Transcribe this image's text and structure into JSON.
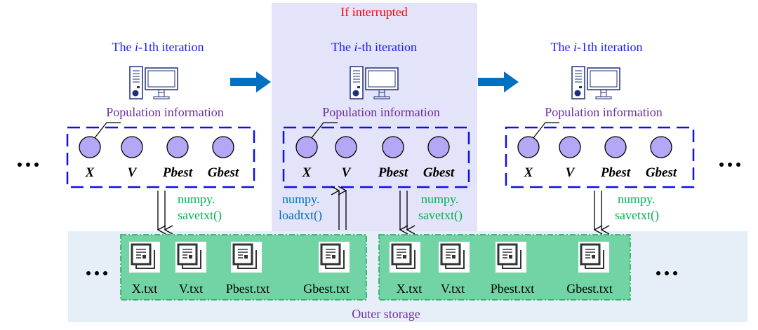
{
  "interrupt_label": "If interrupted",
  "storage_label": "Outer storage",
  "iterations": [
    {
      "title_pre": "The ",
      "title_i": "i",
      "title_post": "-1th iteration",
      "pop_label": "Population information",
      "vars": [
        "X",
        "V",
        "Pbest",
        "Gbest"
      ],
      "op1": "numpy.",
      "op2": "savetxt()"
    },
    {
      "title_pre": "The ",
      "title_i": "i",
      "title_post": "-th iteration",
      "pop_label": "Population information",
      "vars": [
        "X",
        "V",
        "Pbest",
        "Gbest"
      ],
      "load1": "numpy.",
      "load2": "loadtxt()",
      "op1": "numpy.",
      "op2": "savetxt()"
    },
    {
      "title_pre": "The ",
      "title_i": "i",
      "title_post": "-1th iteration",
      "pop_label": "Population information",
      "vars": [
        "X",
        "V",
        "Pbest",
        "Gbest"
      ],
      "op1": "numpy.",
      "op2": "savetxt()"
    }
  ],
  "file_groups": [
    {
      "files": [
        "X.txt",
        "V.txt",
        "Pbest.txt",
        "Gbest.txt"
      ]
    },
    {
      "files": [
        "X.txt",
        "V.txt",
        "Pbest.txt",
        "Gbest.txt"
      ]
    }
  ],
  "colors": {
    "title": "#1a1aff",
    "interrupt": "#ff0000",
    "purple": "#7030a0",
    "green": "#00b050",
    "load": "#0070c0",
    "arrow": "#0070c0",
    "panel": "#e3e3fa",
    "storage": "#e6eff8",
    "filebox": "#72d3a4",
    "circle": "#b4a7f5",
    "dash": "#1010e0"
  }
}
